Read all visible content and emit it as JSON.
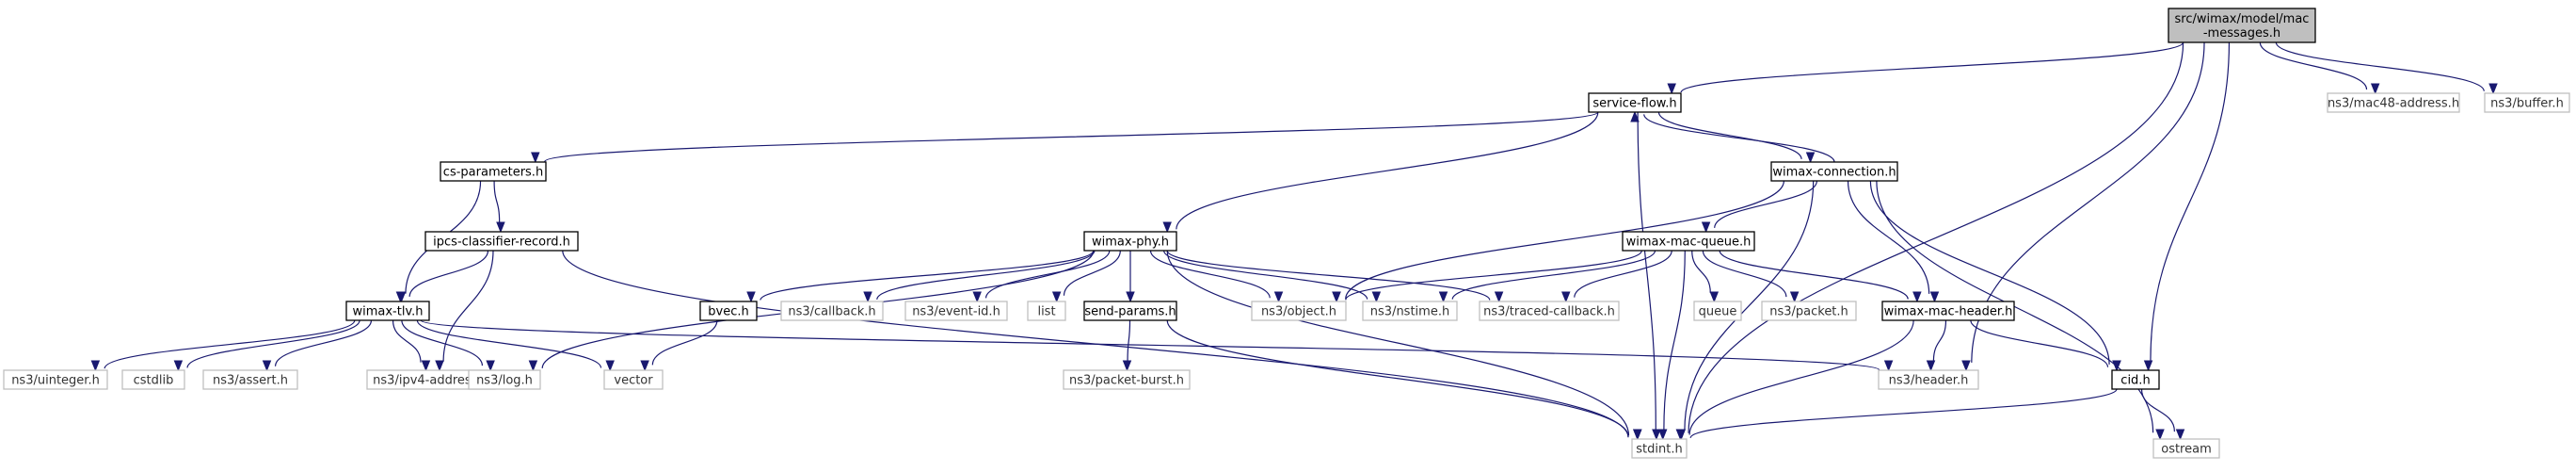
{
  "diagram": {
    "nodes": [
      {
        "id": "root",
        "lines": [
          "src/wimax/model/mac",
          "-messages.h"
        ],
        "kind": "root"
      },
      {
        "id": "service_flow",
        "lines": [
          "service-flow.h"
        ],
        "kind": "local"
      },
      {
        "id": "mac48",
        "lines": [
          "ns3/mac48-address.h"
        ],
        "kind": "external"
      },
      {
        "id": "buffer",
        "lines": [
          "ns3/buffer.h"
        ],
        "kind": "external"
      },
      {
        "id": "cs_params",
        "lines": [
          "cs-parameters.h"
        ],
        "kind": "local"
      },
      {
        "id": "wimax_conn",
        "lines": [
          "wimax-connection.h"
        ],
        "kind": "local"
      },
      {
        "id": "ipcs",
        "lines": [
          "ipcs-classifier-record.h"
        ],
        "kind": "local"
      },
      {
        "id": "wimax_phy",
        "lines": [
          "wimax-phy.h"
        ],
        "kind": "local"
      },
      {
        "id": "wimax_mac_queue",
        "lines": [
          "wimax-mac-queue.h"
        ],
        "kind": "local"
      },
      {
        "id": "wimax_tlv",
        "lines": [
          "wimax-tlv.h"
        ],
        "kind": "local"
      },
      {
        "id": "bvec",
        "lines": [
          "bvec.h"
        ],
        "kind": "local"
      },
      {
        "id": "callback",
        "lines": [
          "ns3/callback.h"
        ],
        "kind": "external"
      },
      {
        "id": "event_id",
        "lines": [
          "ns3/event-id.h"
        ],
        "kind": "external"
      },
      {
        "id": "list",
        "lines": [
          "list"
        ],
        "kind": "external"
      },
      {
        "id": "send_params",
        "lines": [
          "send-params.h"
        ],
        "kind": "local"
      },
      {
        "id": "object",
        "lines": [
          "ns3/object.h"
        ],
        "kind": "external"
      },
      {
        "id": "nstime",
        "lines": [
          "ns3/nstime.h"
        ],
        "kind": "external"
      },
      {
        "id": "traced_cb",
        "lines": [
          "ns3/traced-callback.h"
        ],
        "kind": "external"
      },
      {
        "id": "queue",
        "lines": [
          "queue"
        ],
        "kind": "external"
      },
      {
        "id": "packet",
        "lines": [
          "ns3/packet.h"
        ],
        "kind": "external"
      },
      {
        "id": "wimax_mac_header",
        "lines": [
          "wimax-mac-header.h"
        ],
        "kind": "local"
      },
      {
        "id": "cid",
        "lines": [
          "cid.h"
        ],
        "kind": "local"
      },
      {
        "id": "uinteger",
        "lines": [
          "ns3/uinteger.h"
        ],
        "kind": "external"
      },
      {
        "id": "cstdlib",
        "lines": [
          "cstdlib"
        ],
        "kind": "external"
      },
      {
        "id": "assert",
        "lines": [
          "ns3/assert.h"
        ],
        "kind": "external"
      },
      {
        "id": "ipv4",
        "lines": [
          "ns3/ipv4-address.h"
        ],
        "kind": "external"
      },
      {
        "id": "log",
        "lines": [
          "ns3/log.h"
        ],
        "kind": "external"
      },
      {
        "id": "vector",
        "lines": [
          "vector"
        ],
        "kind": "external"
      },
      {
        "id": "packet_burst",
        "lines": [
          "ns3/packet-burst.h"
        ],
        "kind": "external"
      },
      {
        "id": "header",
        "lines": [
          "ns3/header.h"
        ],
        "kind": "external"
      },
      {
        "id": "stdint",
        "lines": [
          "stdint.h"
        ],
        "kind": "external"
      },
      {
        "id": "ostream",
        "lines": [
          "ostream"
        ],
        "kind": "external"
      }
    ],
    "edges": [
      {
        "from": "root",
        "to": "service_flow"
      },
      {
        "from": "root",
        "to": "mac48"
      },
      {
        "from": "root",
        "to": "buffer"
      },
      {
        "from": "root",
        "to": "header"
      },
      {
        "from": "root",
        "to": "stdint"
      },
      {
        "from": "root",
        "to": "cid"
      },
      {
        "from": "service_flow",
        "to": "cs_params"
      },
      {
        "from": "service_flow",
        "to": "wimax_conn"
      },
      {
        "from": "service_flow",
        "to": "wimax_phy"
      },
      {
        "from": "service_flow",
        "to": "stdint"
      },
      {
        "from": "wimax_conn",
        "to": "service_flow"
      },
      {
        "from": "wimax_conn",
        "to": "object"
      },
      {
        "from": "wimax_conn",
        "to": "wimax_mac_queue"
      },
      {
        "from": "wimax_conn",
        "to": "wimax_mac_header"
      },
      {
        "from": "wimax_conn",
        "to": "cid"
      },
      {
        "from": "wimax_conn",
        "to": "stdint"
      },
      {
        "from": "wimax_conn",
        "to": "ostream"
      },
      {
        "from": "cs_params",
        "to": "ipcs"
      },
      {
        "from": "cs_params",
        "to": "wimax_tlv"
      },
      {
        "from": "ipcs",
        "to": "wimax_tlv"
      },
      {
        "from": "ipcs",
        "to": "ipv4"
      },
      {
        "from": "ipcs",
        "to": "stdint"
      },
      {
        "from": "wimax_tlv",
        "to": "uinteger"
      },
      {
        "from": "wimax_tlv",
        "to": "cstdlib"
      },
      {
        "from": "wimax_tlv",
        "to": "assert"
      },
      {
        "from": "wimax_tlv",
        "to": "ipv4"
      },
      {
        "from": "wimax_tlv",
        "to": "log"
      },
      {
        "from": "wimax_tlv",
        "to": "vector"
      },
      {
        "from": "wimax_tlv",
        "to": "header"
      },
      {
        "from": "wimax_phy",
        "to": "bvec"
      },
      {
        "from": "wimax_phy",
        "to": "callback"
      },
      {
        "from": "wimax_phy",
        "to": "event_id"
      },
      {
        "from": "wimax_phy",
        "to": "list"
      },
      {
        "from": "wimax_phy",
        "to": "send_params"
      },
      {
        "from": "wimax_phy",
        "to": "object"
      },
      {
        "from": "wimax_phy",
        "to": "nstime"
      },
      {
        "from": "wimax_phy",
        "to": "traced_cb"
      },
      {
        "from": "wimax_phy",
        "to": "log"
      },
      {
        "from": "wimax_phy",
        "to": "stdint"
      },
      {
        "from": "bvec",
        "to": "vector"
      },
      {
        "from": "send_params",
        "to": "packet_burst"
      },
      {
        "from": "send_params",
        "to": "stdint"
      },
      {
        "from": "wimax_mac_queue",
        "to": "object"
      },
      {
        "from": "wimax_mac_queue",
        "to": "nstime"
      },
      {
        "from": "wimax_mac_queue",
        "to": "traced_cb"
      },
      {
        "from": "wimax_mac_queue",
        "to": "queue"
      },
      {
        "from": "wimax_mac_queue",
        "to": "packet"
      },
      {
        "from": "wimax_mac_queue",
        "to": "wimax_mac_header"
      },
      {
        "from": "wimax_mac_queue",
        "to": "stdint"
      },
      {
        "from": "wimax_mac_header",
        "to": "header"
      },
      {
        "from": "wimax_mac_header",
        "to": "cid"
      },
      {
        "from": "wimax_mac_header",
        "to": "stdint"
      },
      {
        "from": "cid",
        "to": "stdint"
      },
      {
        "from": "cid",
        "to": "ostream"
      }
    ]
  }
}
